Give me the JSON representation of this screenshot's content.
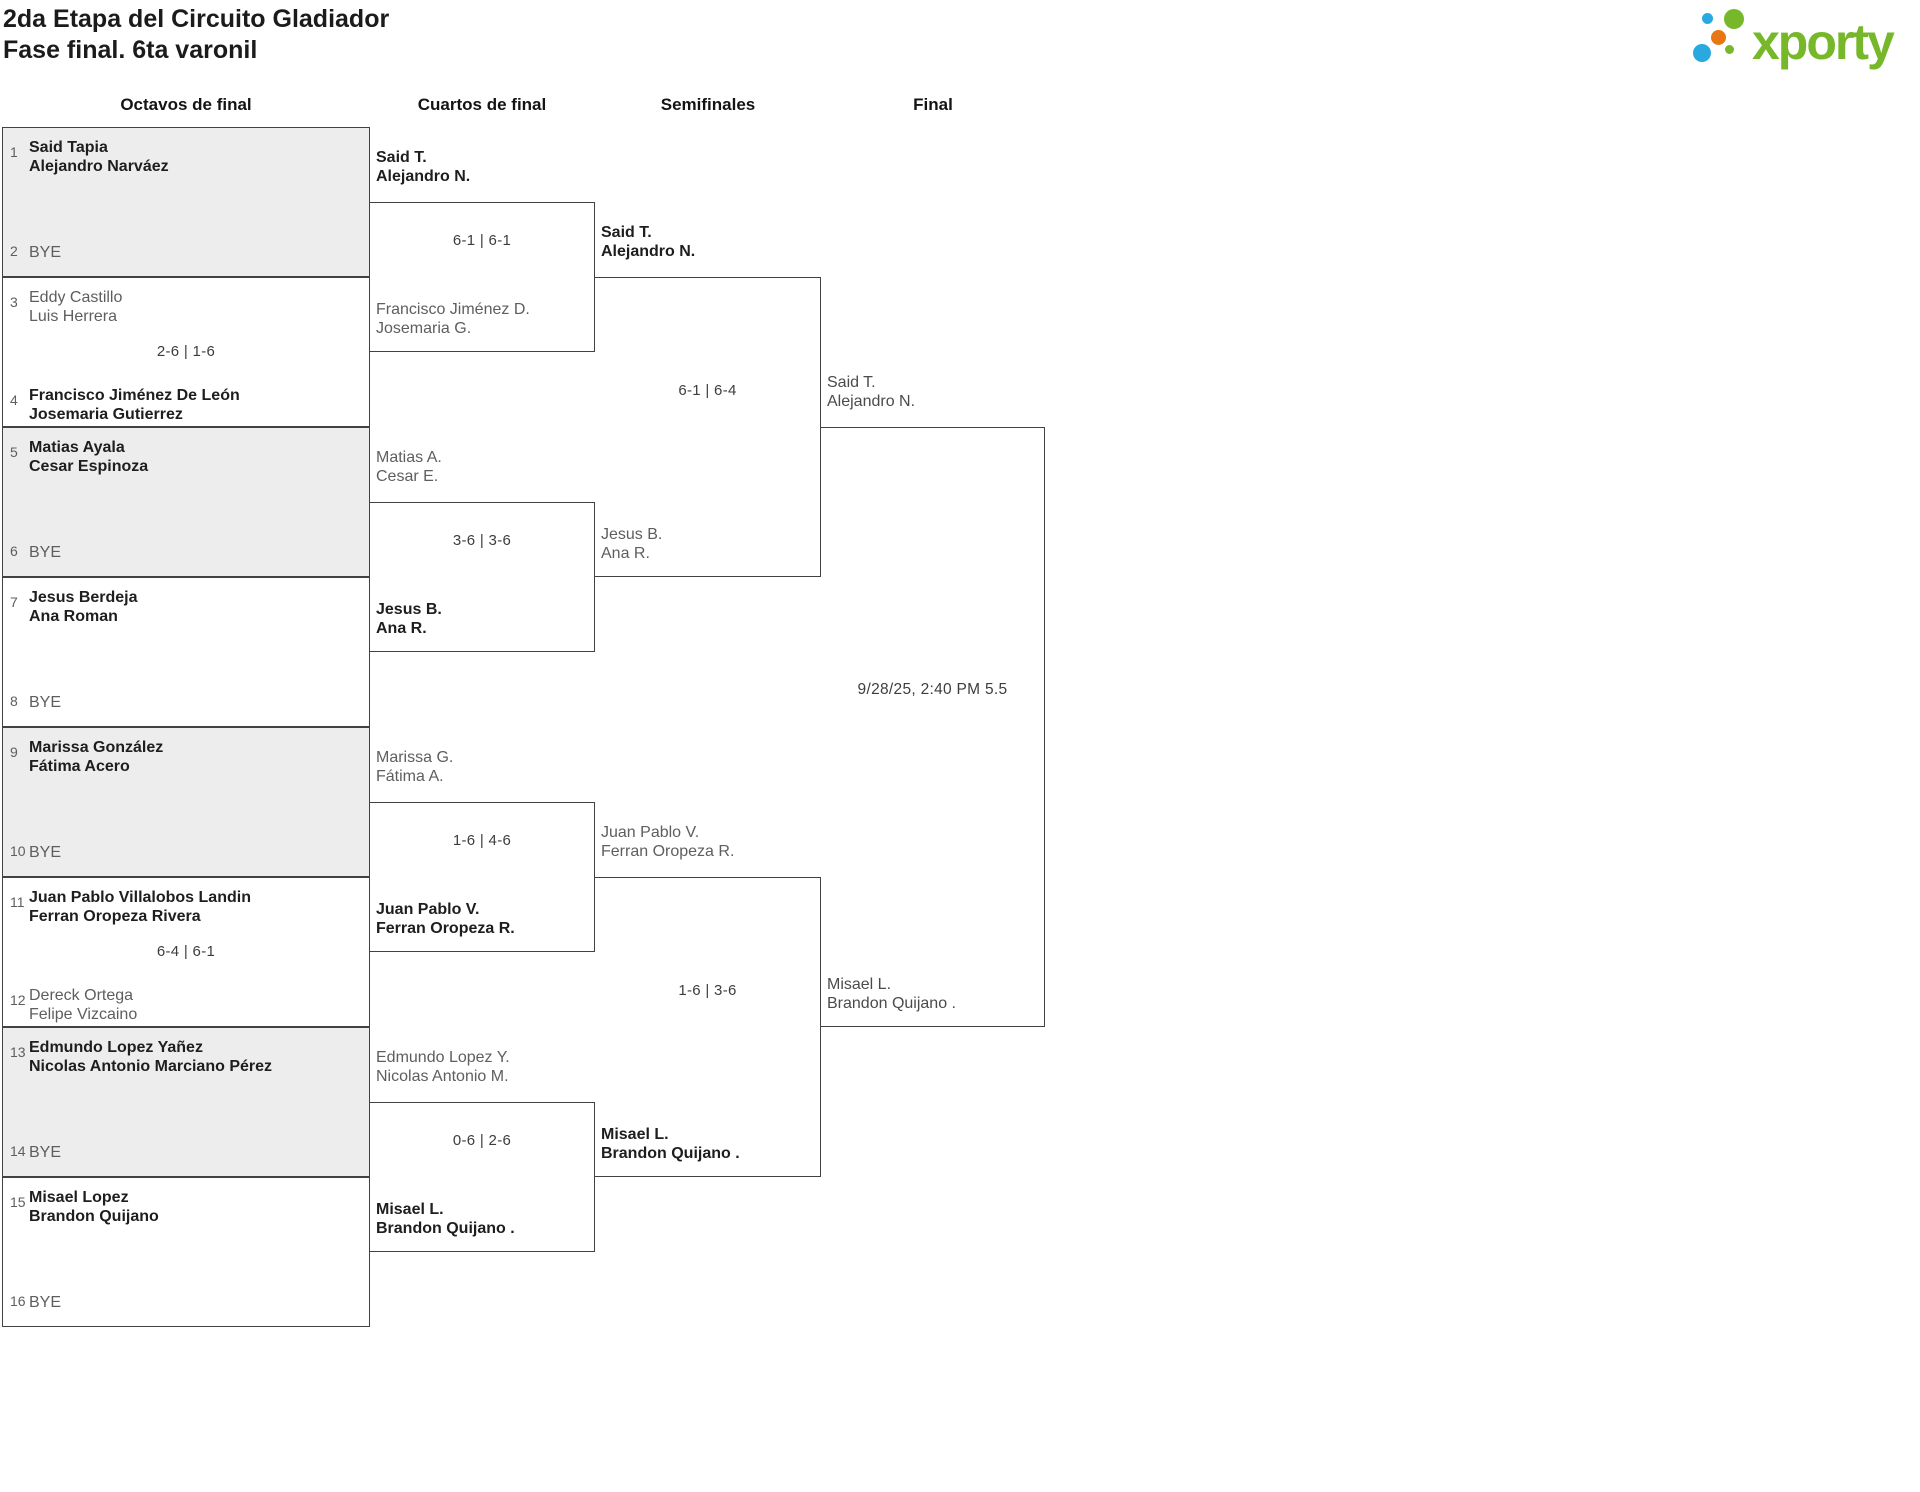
{
  "title": {
    "line1": "2da Etapa del Circuito Gladiador",
    "line2": "Fase final. 6ta varonil"
  },
  "logo": {
    "text": "xporty",
    "colors": {
      "green": "#76b82a",
      "blue": "#29a9e0",
      "orange": "#e87613"
    }
  },
  "columns": [
    "Octavos de final",
    "Cuartos de final",
    "Semifinales",
    "Final"
  ],
  "colors": {
    "winner_text": "#1e1e1e",
    "loser_text": "#5e5e5e",
    "shaded_box": "#ededed",
    "border": "#424242"
  },
  "bracket": {
    "octavos": [
      {
        "top": {
          "seed": "1",
          "names": [
            "Said Tapia",
            "Alejandro Narváez"
          ]
        },
        "bottom": {
          "seed": "2",
          "bye": "BYE"
        }
      },
      {
        "top": {
          "seed": "3",
          "names": [
            "Eddy Castillo",
            "Luis Herrera"
          ]
        },
        "bottom": {
          "seed": "4",
          "names": [
            "Francisco Jiménez De León",
            "Josemaria Gutierrez"
          ]
        },
        "score": "2-6 | 1-6"
      },
      {
        "top": {
          "seed": "5",
          "names": [
            "Matias Ayala",
            "Cesar Espinoza"
          ]
        },
        "bottom": {
          "seed": "6",
          "bye": "BYE"
        }
      },
      {
        "top": {
          "seed": "7",
          "names": [
            "Jesus Berdeja",
            "Ana Roman"
          ]
        },
        "bottom": {
          "seed": "8",
          "bye": "BYE"
        }
      },
      {
        "top": {
          "seed": "9",
          "names": [
            "Marissa González",
            "Fátima Acero"
          ]
        },
        "bottom": {
          "seed": "10",
          "bye": "BYE"
        }
      },
      {
        "top": {
          "seed": "11",
          "names": [
            "Juan Pablo Villalobos Landin",
            "Ferran Oropeza Rivera"
          ]
        },
        "bottom": {
          "seed": "12",
          "names": [
            "Dereck Ortega",
            "Felipe Vizcaino"
          ]
        },
        "score": "6-4 | 6-1"
      },
      {
        "top": {
          "seed": "13",
          "names": [
            "Edmundo Lopez Yañez",
            "Nicolas Antonio Marciano Pérez"
          ]
        },
        "bottom": {
          "seed": "14",
          "bye": "BYE"
        }
      },
      {
        "top": {
          "seed": "15",
          "names": [
            "Misael Lopez",
            "Brandon Quijano"
          ]
        },
        "bottom": {
          "seed": "16",
          "bye": "BYE"
        }
      }
    ],
    "cuartos": [
      {
        "top": {
          "names": [
            "Said T.",
            "Alejandro N."
          ]
        },
        "bottom": {
          "names": [
            "Francisco Jiménez D.",
            "Josemaria G."
          ]
        },
        "score": "6-1 | 6-1"
      },
      {
        "top": {
          "names": [
            "Matias A.",
            "Cesar E."
          ]
        },
        "bottom": {
          "names": [
            "Jesus B.",
            "Ana R."
          ]
        },
        "score": "3-6 | 3-6"
      },
      {
        "top": {
          "names": [
            "Marissa G.",
            "Fátima A."
          ]
        },
        "bottom": {
          "names": [
            "Juan Pablo V.",
            "Ferran Oropeza R."
          ]
        },
        "score": "1-6 | 4-6"
      },
      {
        "top": {
          "names": [
            "Edmundo Lopez Y.",
            "Nicolas Antonio M."
          ]
        },
        "bottom": {
          "names": [
            "Misael L.",
            "Brandon Quijano ."
          ]
        },
        "score": "0-6 | 2-6"
      }
    ],
    "semifinales": [
      {
        "top": {
          "names": [
            "Said T.",
            "Alejandro N."
          ]
        },
        "bottom": {
          "names": [
            "Jesus B.",
            "Ana R."
          ]
        },
        "score": "6-1 | 6-4"
      },
      {
        "top": {
          "names": [
            "Juan Pablo V.",
            "Ferran Oropeza R."
          ]
        },
        "bottom": {
          "names": [
            "Misael L.",
            "Brandon Quijano ."
          ]
        },
        "score": "1-6 | 3-6"
      }
    ],
    "final": [
      {
        "top": {
          "names": [
            "Said T.",
            "Alejandro N."
          ]
        },
        "bottom": {
          "names": [
            "Misael L.",
            "Brandon Quijano ."
          ]
        },
        "schedule": "9/28/25, 2:40 PM 5.5"
      }
    ]
  }
}
